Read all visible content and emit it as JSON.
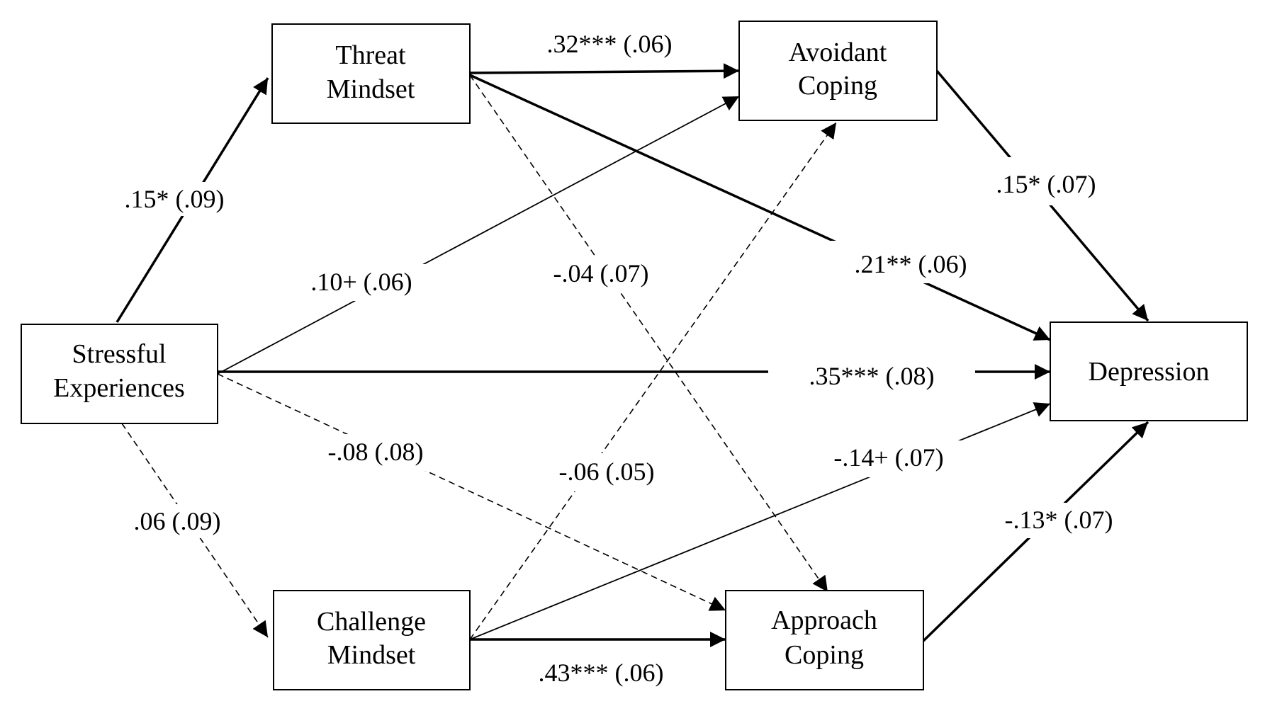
{
  "colors": {
    "stroke": "#000000",
    "background": "#ffffff"
  },
  "nodes": {
    "stressful": {
      "lines": [
        "Stressful",
        "Experiences"
      ]
    },
    "threat": {
      "lines": [
        "Threat",
        "Mindset"
      ]
    },
    "challenge": {
      "lines": [
        "Challenge",
        "Mindset"
      ]
    },
    "avoidant": {
      "lines": [
        "Avoidant",
        "Coping"
      ]
    },
    "approach": {
      "lines": [
        "Approach",
        "Coping"
      ]
    },
    "depression": {
      "lines": [
        "Depression"
      ]
    }
  },
  "edges": [
    {
      "id": "stress-threat",
      "from": "stressful",
      "to": "threat",
      "label": ".15* (.09)",
      "style": "solid",
      "weight": "bold"
    },
    {
      "id": "stress-challenge",
      "from": "stressful",
      "to": "challenge",
      "label": ".06 (.09)",
      "style": "dashed",
      "weight": "thin"
    },
    {
      "id": "stress-avoidant",
      "from": "stressful",
      "to": "avoidant",
      "label": ".10+ (.06)",
      "style": "solid",
      "weight": "thin"
    },
    {
      "id": "stress-approach",
      "from": "stressful",
      "to": "approach",
      "label": "-.08 (.08)",
      "style": "dashed",
      "weight": "thin"
    },
    {
      "id": "stress-depression",
      "from": "stressful",
      "to": "depression",
      "label": ".35*** (.08)",
      "style": "solid",
      "weight": "bold"
    },
    {
      "id": "threat-avoidant",
      "from": "threat",
      "to": "avoidant",
      "label": ".32*** (.06)",
      "style": "solid",
      "weight": "bold"
    },
    {
      "id": "threat-approach",
      "from": "threat",
      "to": "approach",
      "label": "-.04 (.07)",
      "style": "dashed",
      "weight": "thin"
    },
    {
      "id": "threat-depression",
      "from": "threat",
      "to": "depression",
      "label": ".21** (.06)",
      "style": "solid",
      "weight": "bold"
    },
    {
      "id": "challenge-avoidant",
      "from": "challenge",
      "to": "avoidant",
      "label": "-.06 (.05)",
      "style": "dashed",
      "weight": "thin"
    },
    {
      "id": "challenge-approach",
      "from": "challenge",
      "to": "approach",
      "label": ".43*** (.06)",
      "style": "solid",
      "weight": "bold"
    },
    {
      "id": "challenge-depression",
      "from": "challenge",
      "to": "depression",
      "label": "-.14+ (.07)",
      "style": "solid",
      "weight": "thin"
    },
    {
      "id": "avoidant-depression",
      "from": "avoidant",
      "to": "depression",
      "label": ".15* (.07)",
      "style": "solid",
      "weight": "bold"
    },
    {
      "id": "approach-depression",
      "from": "approach",
      "to": "depression",
      "label": "-.13* (.07)",
      "style": "solid",
      "weight": "bold"
    }
  ]
}
